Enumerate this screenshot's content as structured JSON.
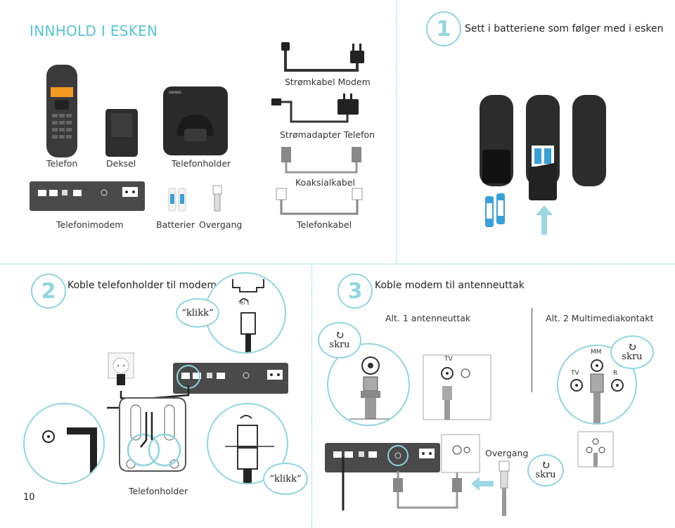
{
  "contents": {
    "title": "INNHOLD I ESKEN",
    "items": {
      "telefon": "Telefon",
      "deksel": "Deksel",
      "telefonholder": "Telefonholder",
      "stromkabel": "Strømkabel Modem",
      "stromadapter": "Strømadapter Telefon",
      "koaksialkabel": "Koaksialkabel",
      "telefonimodem": "Telefonimodem",
      "batterier": "Batterier",
      "overgang": "Overgang",
      "telefonkabel": "Telefonkabel"
    }
  },
  "step1": {
    "number": "1",
    "text": "Sett i batteriene som følger med i esken"
  },
  "step2": {
    "number": "2",
    "text": "Koble telefonholder til modem",
    "klikk_top": "“klikk”",
    "klikk_bottom": "“klikk”",
    "tel_label": "Tel 1",
    "holder_label": "Telefonholder"
  },
  "step3": {
    "number": "3",
    "text": "Koble modem til antenneuttak",
    "alt1": "Alt. 1 antenneuttak",
    "alt2": "Alt. 2 Multimediakontakt",
    "skru1": "skru",
    "skru2": "skru",
    "skru3": "skru",
    "tv1": "TV",
    "tv2": "TV",
    "mm": "MM",
    "r": "R",
    "overgang": "Overgang"
  },
  "page_number": "10",
  "colors": {
    "accent": "#58c4d4",
    "circle": "#8fd6e0",
    "device": "#3a3a3a"
  }
}
